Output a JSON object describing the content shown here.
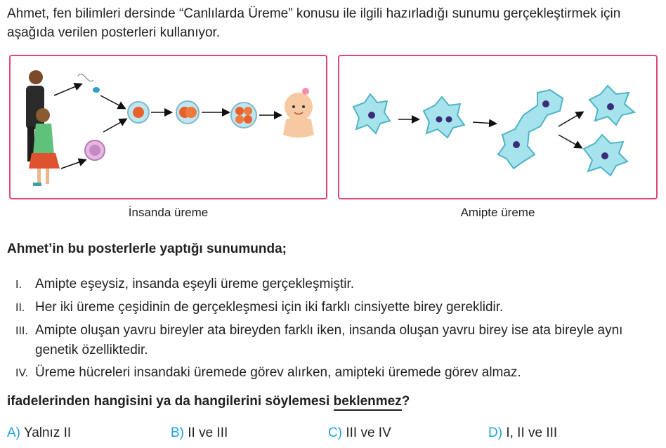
{
  "intro": {
    "pre": "Ahmet, fen bilimleri dersinde “Canlılarda Üreme” konusu ile ilgili hazırladığı sunumu gerçekleştirmek için aşağıda verilen posterleri kullanıyor."
  },
  "posters": {
    "human_caption": "İnsanda üreme",
    "amoeba_caption": "Amipte üreme",
    "colors": {
      "border": "#e0457b",
      "amoeba_fill": "#a6e3ec",
      "amoeba_stroke": "#4fb3c6",
      "nucleus": "#3b2c7a",
      "zygote": "#e8612c"
    }
  },
  "question": "Ahmet’in bu posterlerle yaptığı sunumunda;",
  "statements": [
    {
      "num": "I.",
      "text": "Amipte eşeysiz, insanda eşeyli üreme gerçekleşmiştir."
    },
    {
      "num": "II.",
      "text": "Her iki üreme çeşidinin de gerçekleşmesi için iki farklı cinsiyette birey gereklidir."
    },
    {
      "num": "III.",
      "text": "Amipte oluşan yavru bireyler ata bireyden farklı iken, insanda oluşan yavru birey ise ata bireyle aynı genetik özelliktedir."
    },
    {
      "num": "IV.",
      "text": "Üreme hücreleri insandaki üremede görev alırken, amipteki üremede görev almaz."
    }
  ],
  "ending": {
    "pre": "ifadelerinden hangisini ya da hangilerini söylemesi ",
    "underlined": "beklenmez",
    "post": "?"
  },
  "options": [
    {
      "letter": "A)",
      "text": "Yalnız II"
    },
    {
      "letter": "B)",
      "text": "II ve III"
    },
    {
      "letter": "C)",
      "text": "III ve IV"
    },
    {
      "letter": "D)",
      "text": "I, II ve III"
    }
  ]
}
